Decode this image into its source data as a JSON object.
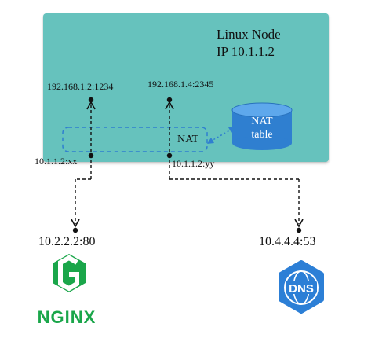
{
  "node": {
    "title": "Linux Node",
    "ip": "IP 10.1.1.2"
  },
  "labels": {
    "internal_left": "192.168.1.2:1234",
    "internal_right": "192.168.1.4:2345",
    "nat": "NAT",
    "nat_table_line1": "NAT",
    "nat_table_line2": "table",
    "external_left": "10.1.1.2:xx",
    "external_right": "10.1.1.2:yy"
  },
  "endpoints": {
    "nginx_address": "10.2.2.2:80",
    "nginx_logo_text": "NGINX",
    "dns_address": "10.4.4.4:53",
    "dns_logo_text": "DNS"
  },
  "colors": {
    "node_fill": "#66c2bd",
    "nat_box_stroke": "#2f7fd0",
    "nat_table_fill": "#2f7fd0",
    "nginx_green": "#1aa64a",
    "dns_blue": "#2c7fd6"
  }
}
